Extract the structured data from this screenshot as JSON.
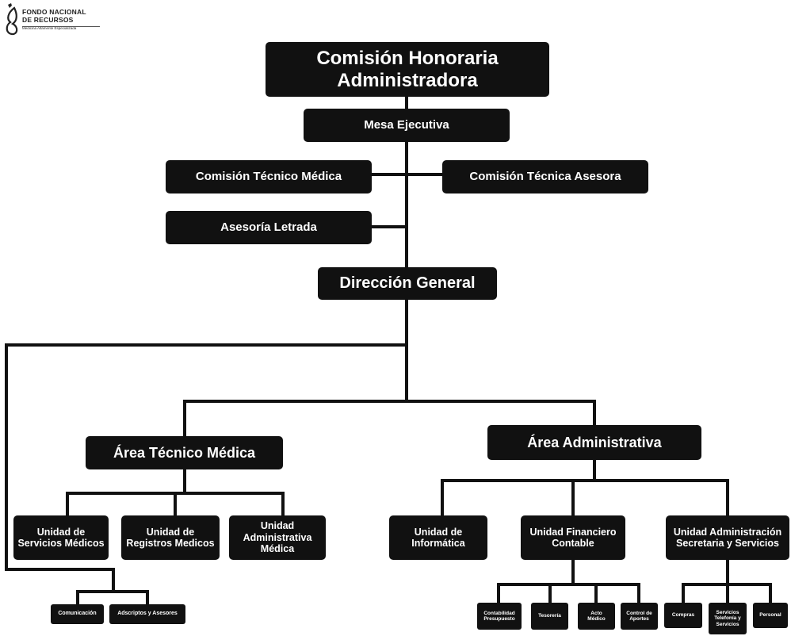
{
  "logo": {
    "line1": "FONDO NACIONAL",
    "line2": "DE RECURSOS",
    "line3": "Medicina Altamente Especializada",
    "icon": "fnr-logo-icon"
  },
  "nodes": {
    "comision_honoraria": "Comisión  Honoraria\nAdministradora",
    "mesa_ejecutiva": "Mesa Ejecutiva",
    "comision_tecnico_medica": "Comisión Técnico Médica",
    "comision_tecnica_asesora": "Comisión Técnica Asesora",
    "asesoria_letrada": "Asesoría Letrada",
    "direccion_general": "Dirección General",
    "area_tecnico_medica": "Área Técnico Médica",
    "area_administrativa": "Área Administrativa",
    "unidad_servicios_medicos": "Unidad de\nServicios Médicos",
    "unidad_registros_medicos": "Unidad de\nRegistros Medicos",
    "unidad_administrativa_medica": "Unidad\nAdministrativa\nMédica",
    "unidad_informatica": "Unidad de\nInformática",
    "unidad_financiero_contable": "Unidad Financiero\nContable",
    "unidad_administracion_secretaria": "Unidad Administración\nSecretaria y Servicios",
    "comunicacion": "Comunicación",
    "adscriptos_asesores": "Adscriptos y Asesores",
    "contabilidad_presupuesto": "Contabilidad\nPresupuesto",
    "tesoreria": "Tesorería",
    "acto_medico": "Acto\nMédico",
    "control_aportes": "Control de\nAportes",
    "compras": "Compras",
    "servicios_telefonia": "Servicios\nTelefonía y\nServicios",
    "personal": "Personal"
  },
  "colors": {
    "box_fill": "#111111",
    "box_text": "#ffffff",
    "connector": "#111111",
    "background": "#ffffff"
  }
}
